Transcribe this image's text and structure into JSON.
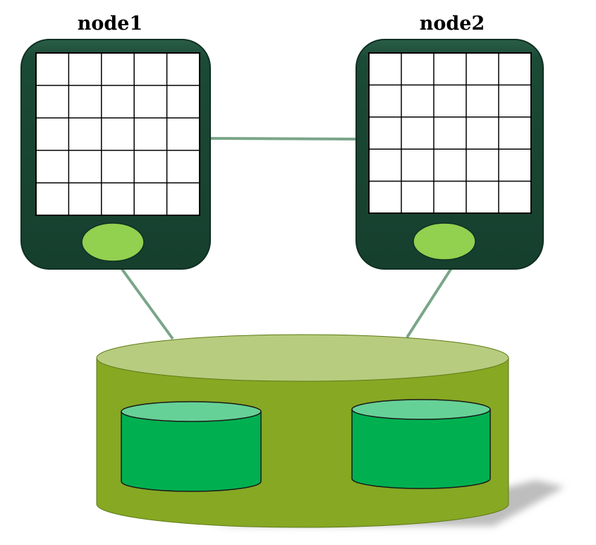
{
  "nodes": [
    {
      "label": "node1",
      "grid": {
        "rows": 5,
        "cols": 5
      }
    },
    {
      "label": "node2",
      "grid": {
        "rows": 5,
        "cols": 5
      }
    }
  ],
  "storage": {
    "disks": 2
  },
  "colors": {
    "node_body": "#1b4a36",
    "node_body_edge": "#0f2f22",
    "grid_fill": "#ffffff",
    "grid_line": "#000000",
    "node_button": "#92d050",
    "connector": "#7aa58a",
    "storage_top": "#b7cc7f",
    "storage_body": "#86a823",
    "disk_top": "#66d197",
    "disk_body": "#00b050",
    "shadow": "#bdbdbd"
  }
}
